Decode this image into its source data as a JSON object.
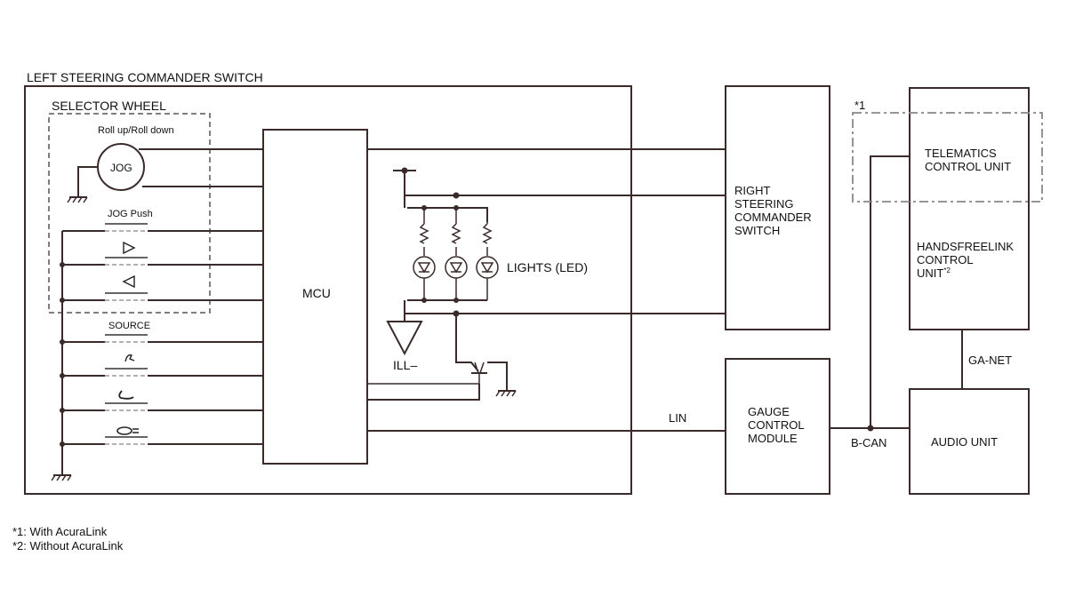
{
  "labels": {
    "left_switch": "LEFT STEERING COMMANDER SWITCH",
    "selector_wheel": "SELECTOR WHEEL",
    "roll": "Roll up/Roll down",
    "jog": "JOG",
    "jog_push": "JOG Push",
    "source": "SOURCE",
    "mcu": "MCU",
    "lights": "LIGHTS (LED)",
    "ill": "ILL–",
    "right_switch": [
      "RIGHT",
      "STEERING",
      "COMMANDER",
      "SWITCH"
    ],
    "gauge": [
      "GAUGE",
      "CONTROL",
      "MODULE"
    ],
    "lin": "LIN",
    "bcan": "B-CAN",
    "telematics": [
      "TELEMATICS",
      "CONTROL UNIT"
    ],
    "star1": "*1",
    "handsfree": [
      "HANDSFREELINK",
      "CONTROL",
      "UNIT"
    ],
    "handsfree_sup": "*2",
    "ganet": "GA-NET",
    "audio": "AUDIO UNIT"
  },
  "footnotes": [
    "*1:  With AcuraLink",
    "*2:  Without AcuraLink"
  ]
}
